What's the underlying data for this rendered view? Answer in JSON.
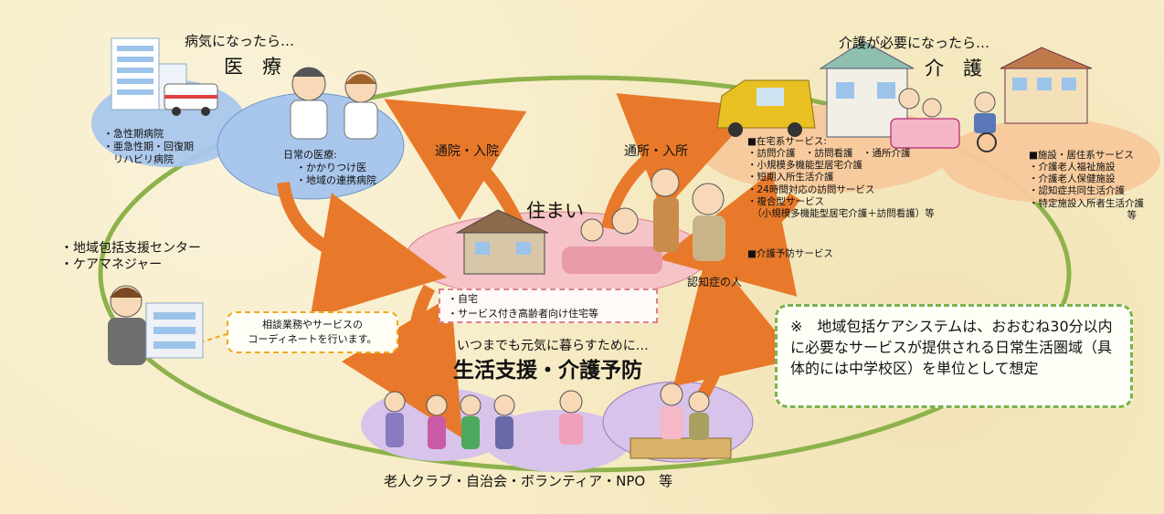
{
  "medical": {
    "header": "病気になったら…",
    "title": "医　療",
    "hospitals": [
      "・急性期病院",
      "・亜急性期・回復期",
      "　リハビリ病院"
    ],
    "daily_title": "日常の医療:",
    "daily_items": [
      "・かかりつけ医",
      "・地域の連携病院"
    ]
  },
  "care": {
    "header": "介護が必要になったら…",
    "title": "介　護",
    "home_services_title": "■在宅系サービス:",
    "home_services": [
      "・訪問介護　・訪問看護　・通所介護",
      "・小規模多機能型居宅介護",
      "・短期入所生活介護",
      "・24時間対応の訪問サービス",
      "・複合型サービス",
      "　（小規模多機能型居宅介護＋訪問看護）等"
    ],
    "prevention_title": "■介護予防サービス",
    "facility_title": "■施設・居住系サービス",
    "facility_services": [
      "・介護老人福祉施設",
      "・介護老人保健施設",
      "・認知症共同生活介護",
      "・特定施設入所者生活介護"
    ],
    "facility_suffix": "等"
  },
  "home": {
    "title": "住まい",
    "items": [
      "・自宅",
      "・サービス付き高齢者向け住宅等"
    ],
    "dementia_label": "認知症の人"
  },
  "arrows": {
    "hospital_commute": "通院・入院",
    "daycare_commute": "通所・入所"
  },
  "support": {
    "center_items": [
      "・地域包括支援センター",
      "・ケアマネジャー"
    ],
    "coordinate_text": [
      "相談業務やサービスの",
      "コーディネートを行います。"
    ]
  },
  "life": {
    "subtitle": "いつまでも元気に暮らすために…",
    "title": "生活支援・介護予防",
    "groups": "老人クラブ・自治会・ボランティア・NPO　等"
  },
  "note": {
    "text": "※　地域包括ケアシステムは、おおむね30分以内に必要なサービスが提供される日常生活圏域（具体的には中学校区）を単位として想定"
  },
  "colors": {
    "ring": "#8db24c",
    "arrow": "#e8792a",
    "medical_ellipse": "#a9c6ec",
    "care_ellipse": "#f7c99b",
    "home_ellipse": "#f6c3c8",
    "life_ellipse": "#d8c3ea"
  }
}
